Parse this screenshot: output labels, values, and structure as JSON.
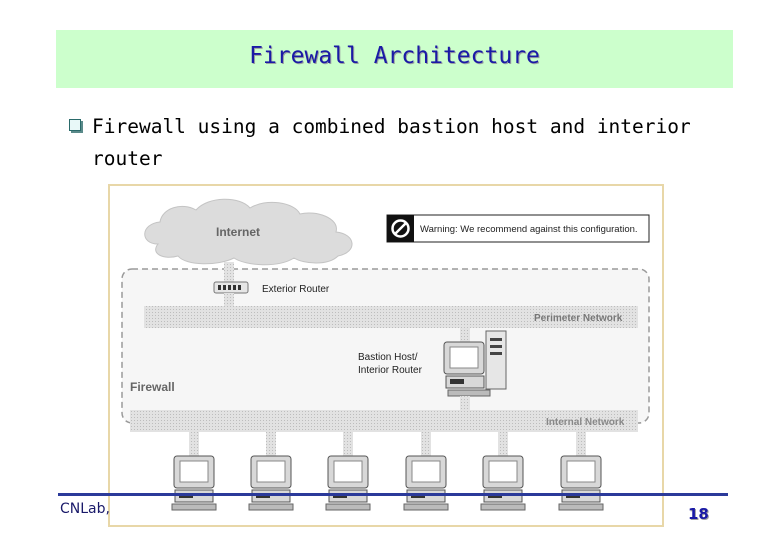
{
  "slide": {
    "title": "Firewall Architecture",
    "bullet": "Firewall using a combined bastion host and interior router",
    "footer_left": "CNLab,",
    "page_number": "18"
  },
  "diagram": {
    "internet_label": "Internet",
    "warning_text": "Warning: We recommend against this configuration.",
    "exterior_router_label": "Exterior Router",
    "perimeter_network_label": "Perimeter Network",
    "bastion_label_line1": "Bastion Host/",
    "bastion_label_line2": "Interior Router",
    "firewall_label": "Firewall",
    "internal_network_label": "Internal Network",
    "colors": {
      "title": "#1a1aa6",
      "title_bar": "#ccffcc",
      "footer_line": "#2b3a9a",
      "network_band": "#d6d6d6"
    }
  }
}
